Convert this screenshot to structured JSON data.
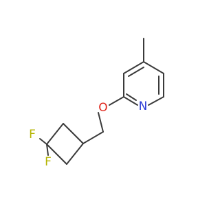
{
  "molecule": {
    "atoms": [
      {
        "id": "n",
        "label": "N",
        "color": "#2b3bd6"
      },
      {
        "id": "o",
        "label": "O",
        "color": "#e0251b"
      },
      {
        "id": "f1",
        "label": "F",
        "color": "#b4b400"
      },
      {
        "id": "f2",
        "label": "F",
        "color": "#b4b400"
      }
    ],
    "bond_color": "#3a3a3a"
  }
}
